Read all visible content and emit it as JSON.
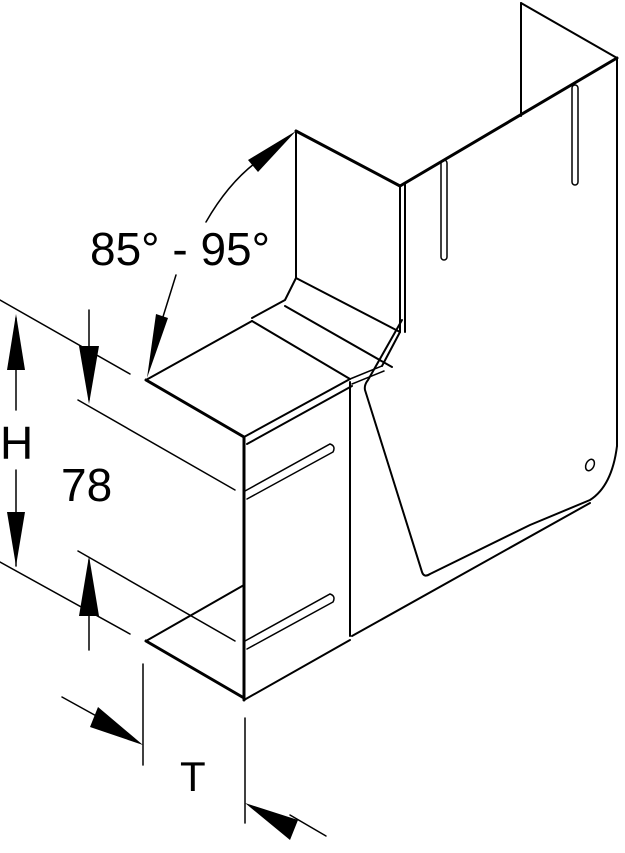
{
  "drawing": {
    "title": "Cable trunking flat angle (vertical bend) isometric view",
    "line_color": "#000000",
    "background": "#ffffff"
  },
  "dimensions": {
    "angle_label": "85° - 95°",
    "height_symbol": "H",
    "height_value": "78",
    "depth_symbol": "T"
  }
}
